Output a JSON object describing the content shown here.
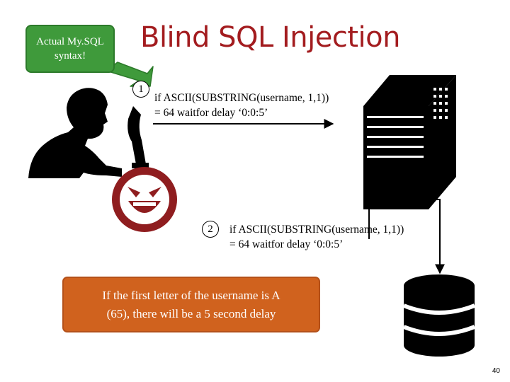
{
  "slide": {
    "title": "Blind SQL Injection",
    "page_number": "40"
  },
  "callouts": {
    "syntax_note": "Actual My.SQL\nsyntax!",
    "explanation": "If the first letter of the username is A\n(65), there will be a 5 second delay"
  },
  "steps": [
    {
      "number": "1",
      "query": "if ASCII(SUBSTRING(username, 1,1))\n= 64 waitfor delay ‘0:0:5’"
    },
    {
      "number": "2",
      "query": "if ASCII(SUBSTRING(username, 1,1))\n= 64 waitfor delay ‘0:0:5’"
    }
  ],
  "icons": {
    "attacker": "hacker-silhouette-icon",
    "evil_face": "evil-smiley-icon",
    "web_server": "server-tower-icon",
    "database": "database-icon"
  },
  "colors": {
    "title": "#a31c1f",
    "syntax_callout": "#3f9a3b",
    "explanation_callout": "#d0621e",
    "evil_face": "#8f1d1f"
  }
}
